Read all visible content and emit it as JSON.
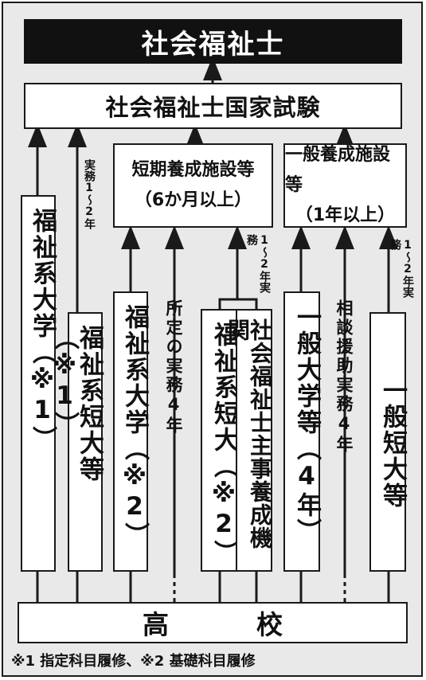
{
  "title": "社会福祉士",
  "exam": "社会福祉士国家試験",
  "facilities": {
    "short": {
      "line1": "短期養成施設等",
      "line2": "（6か月以上）"
    },
    "general": {
      "line1": "一般養成施設等",
      "line2": "（1年以上）"
    }
  },
  "columns": [
    {
      "id": "welfare-univ-1",
      "label": "福祉系大学（※1）"
    },
    {
      "id": "welfare-junior-1",
      "label": "福祉系短大等（※1）"
    },
    {
      "id": "welfare-univ-2",
      "label": "福祉系大学（※2）"
    },
    {
      "id": "welfare-junior-2",
      "label": "福祉系短大（※2）"
    },
    {
      "id": "social-welfare-training",
      "label": "社会福祉士主事養成機関"
    },
    {
      "id": "general-univ",
      "label": "一般大学等（4年）"
    },
    {
      "id": "general-junior",
      "label": "一般短大等"
    }
  ],
  "path_labels": {
    "practice_1_2_a": "実務1〜2年",
    "designated_practice_4": "所定の実務4年",
    "practice_1_2_b": "1〜2年実務",
    "consultation_practice_4": "相談援助実務4年",
    "practice_1_2_c": "1〜2年実務"
  },
  "high_school": {
    "char1": "高",
    "char2": "校"
  },
  "footnote": "※1 指定科目履修、※2 基礎科目履修",
  "colors": {
    "line": "#1a1a1a",
    "background": "#e9e9e9",
    "title_bg": "#111111",
    "box_bg": "#ffffff"
  }
}
